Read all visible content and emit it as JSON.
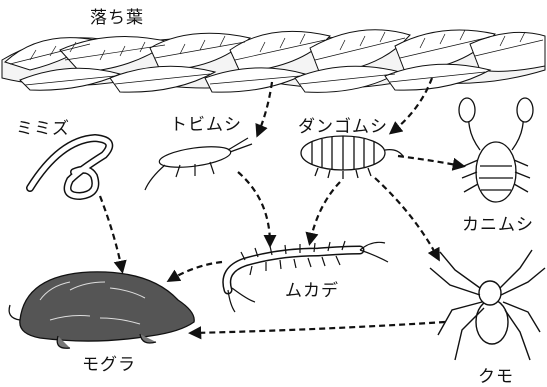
{
  "labels": {
    "fallen_leaves": "落ち葉",
    "earthworm": "ミミズ",
    "springtail": "トビムシ",
    "pill_bug": "ダンゴムシ",
    "pseudoscorpion": "カニムシ",
    "centipede": "ムカデ",
    "mole": "モグラ",
    "spider": "クモ"
  },
  "food_web": [
    {
      "from": "落ち葉",
      "to": "トビムシ"
    },
    {
      "from": "落ち葉",
      "to": "ダンゴムシ"
    },
    {
      "from": "ダンゴムシ",
      "to": "カニムシ"
    },
    {
      "from": "ダンゴムシ",
      "to": "ムカデ"
    },
    {
      "from": "ダンゴムシ",
      "to": "クモ"
    },
    {
      "from": "トビムシ",
      "to": "ムカデ"
    },
    {
      "from": "ミミズ",
      "to": "モグラ"
    },
    {
      "from": "ムカデ",
      "to": "モグラ"
    },
    {
      "from": "クモ",
      "to": "モグラ"
    }
  ]
}
